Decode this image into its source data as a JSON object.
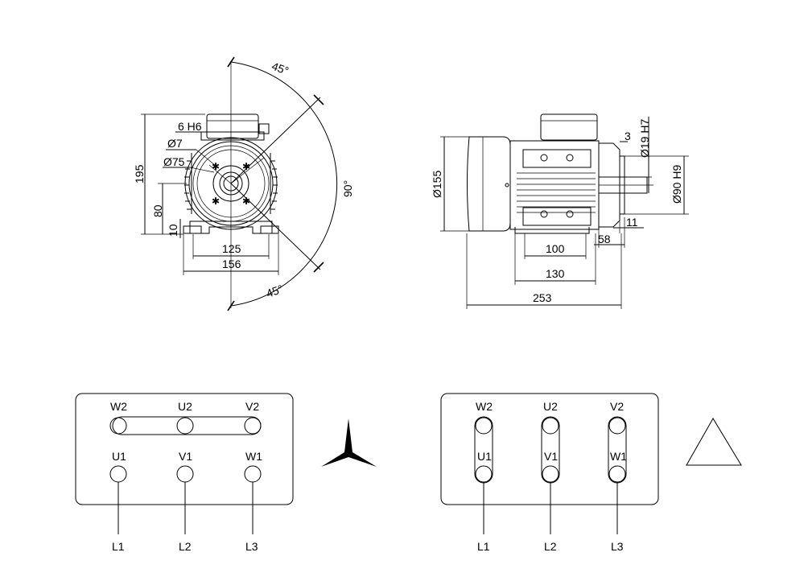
{
  "front_view": {
    "angle_top": "45°",
    "angle_right": "90°",
    "angle_bottom": "45°",
    "dim_height_total": "195",
    "dim_shaft_height": "80",
    "dim_foot": "10",
    "dim_key": "6 H6",
    "dim_hole": "Ø7",
    "dim_pcd": "Ø75",
    "dim_feet_spacing": "125",
    "dim_feet_overall": "156"
  },
  "side_view": {
    "dim_body_diameter": "Ø155",
    "dim_shaft_diameter": "Ø19 H7",
    "dim_spigot": "Ø90 H9",
    "dim_flange": "3",
    "dim_offset": "11",
    "dim_shaft_length": "58",
    "dim_feet_holes": "100",
    "dim_feet_width": "130",
    "dim_overall_length": "253"
  },
  "star_connection": {
    "top_terminals": [
      "W2",
      "U2",
      "V2"
    ],
    "bottom_terminals": [
      "U1",
      "V1",
      "W1"
    ],
    "lines": [
      "L1",
      "L2",
      "L3"
    ],
    "symbol": "star"
  },
  "delta_connection": {
    "top_terminals": [
      "W2",
      "U2",
      "V2"
    ],
    "bottom_terminals": [
      "U1",
      "V1",
      "W1"
    ],
    "lines": [
      "L1",
      "L2",
      "L3"
    ],
    "symbol": "delta"
  }
}
